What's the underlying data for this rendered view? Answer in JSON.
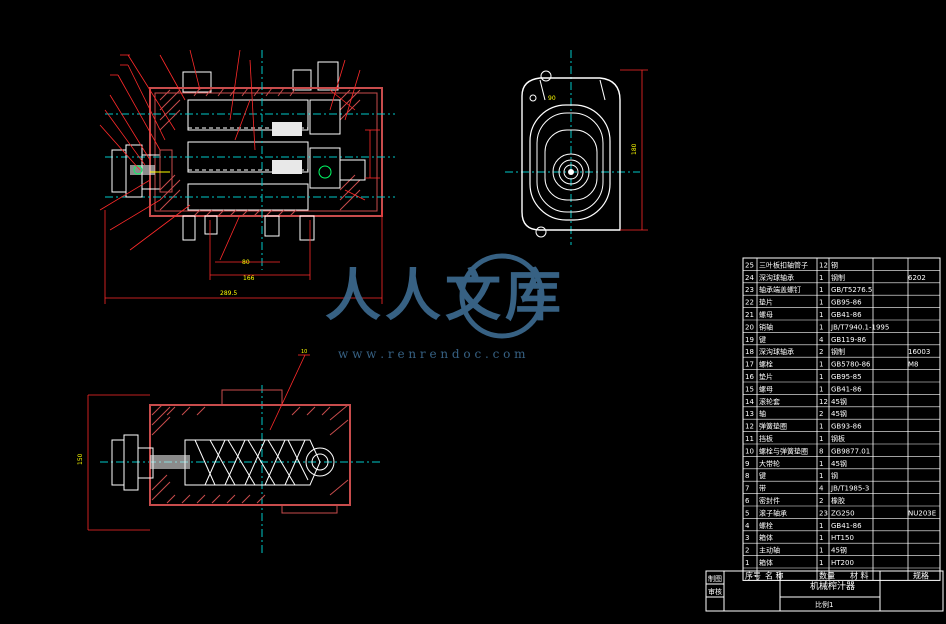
{
  "watermark": {
    "title": "人人文库",
    "url": "w w w . r e n r e n d o c . c o m"
  },
  "dimensions": {
    "top_view_total": "289.5",
    "top_view_inner": "166",
    "top_view_center": "80",
    "right_view_width": "90",
    "right_view_height": "180",
    "side_view_height": "150",
    "section_mark": "10"
  },
  "bom": {
    "rows": [
      {
        "no": "25",
        "name": "三叶板扣轴管子",
        "qty": "12",
        "mat": "钢",
        "spec": ""
      },
      {
        "no": "24",
        "name": "深沟球轴承",
        "qty": "1",
        "mat": "钢制",
        "spec": "6202"
      },
      {
        "no": "23",
        "name": "轴承端盖螺钉",
        "qty": "1",
        "mat": "GB/T5276.5",
        "spec": ""
      },
      {
        "no": "22",
        "name": "垫片",
        "qty": "1",
        "mat": "GB95-86",
        "spec": ""
      },
      {
        "no": "21",
        "name": "螺母",
        "qty": "1",
        "mat": "GB41-86",
        "spec": ""
      },
      {
        "no": "20",
        "name": "销轴",
        "qty": "1",
        "mat": "JB/T7940.1-1995",
        "spec": ""
      },
      {
        "no": "19",
        "name": "键",
        "qty": "4",
        "mat": "GB119-86",
        "spec": ""
      },
      {
        "no": "18",
        "name": "深沟球轴承",
        "qty": "2",
        "mat": "钢制",
        "spec": "16003"
      },
      {
        "no": "17",
        "name": "螺栓",
        "qty": "1",
        "mat": "GB5780-86",
        "spec": "M8"
      },
      {
        "no": "16",
        "name": "垫片",
        "qty": "1",
        "mat": "GB95-85",
        "spec": ""
      },
      {
        "no": "15",
        "name": "螺母",
        "qty": "1",
        "mat": "GB41-86",
        "spec": ""
      },
      {
        "no": "14",
        "name": "滚轮套",
        "qty": "12",
        "mat": "45钢",
        "spec": ""
      },
      {
        "no": "13",
        "name": "轴",
        "qty": "2",
        "mat": "45钢",
        "spec": ""
      },
      {
        "no": "12",
        "name": "弹簧垫圈",
        "qty": "1",
        "mat": "GB93-86",
        "spec": ""
      },
      {
        "no": "11",
        "name": "挡板",
        "qty": "1",
        "mat": "钢板",
        "spec": ""
      },
      {
        "no": "10",
        "name": "螺栓与弹簧垫圈",
        "qty": "8",
        "mat": "GB9877.01",
        "spec": ""
      },
      {
        "no": "9",
        "name": "大带轮",
        "qty": "1",
        "mat": "45钢",
        "spec": ""
      },
      {
        "no": "8",
        "name": "键",
        "qty": "1",
        "mat": "钢",
        "spec": ""
      },
      {
        "no": "7",
        "name": "带",
        "qty": "4",
        "mat": "JB/T1985-3",
        "spec": ""
      },
      {
        "no": "6",
        "name": "密封件",
        "qty": "2",
        "mat": "橡胶",
        "spec": ""
      },
      {
        "no": "5",
        "name": "滚子轴承",
        "qty": "23",
        "mat": "ZG250",
        "spec": "NU203E"
      },
      {
        "no": "4",
        "name": "螺栓",
        "qty": "1",
        "mat": "GB41-86",
        "spec": ""
      },
      {
        "no": "3",
        "name": "箱体",
        "qty": "1",
        "mat": "HT150",
        "spec": ""
      },
      {
        "no": "2",
        "name": "主动轴",
        "qty": "1",
        "mat": "45钢",
        "spec": ""
      },
      {
        "no": "1",
        "name": "箱体",
        "qty": "1",
        "mat": "HT200",
        "spec": ""
      }
    ],
    "header": {
      "no": "序号",
      "name": "名 称",
      "qty": "数量",
      "mat": "材 料",
      "spec": "规格"
    }
  },
  "title_block": {
    "drawn": "制图",
    "checked": "审核",
    "title": "机械榨汁器",
    "material": "比例1"
  },
  "colors": {
    "background": "#000000",
    "outline": "#ffffff",
    "section": "#c84c4c",
    "center": "#00c8c8",
    "dimension": "#ff2a2a",
    "hatch": "#e8e8e8",
    "green": "#00ff66",
    "yellow": "#ffff00",
    "watermark": "#3d6c92"
  }
}
